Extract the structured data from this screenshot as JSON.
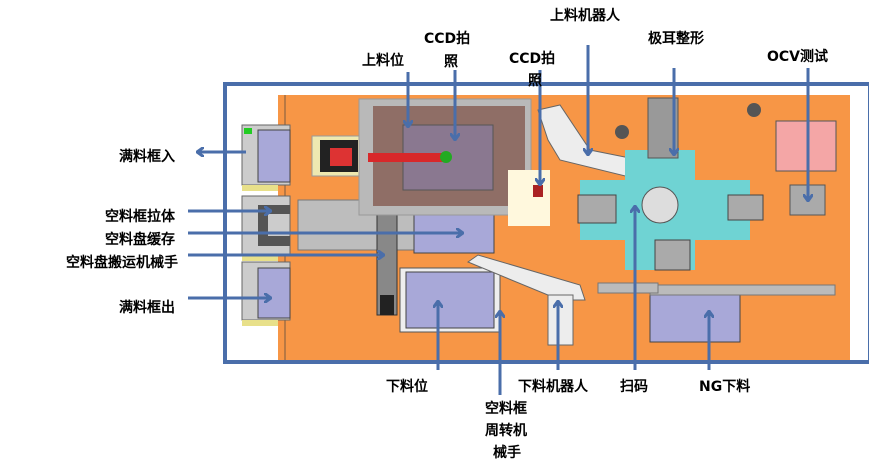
{
  "title": "设备布局图",
  "colors": {
    "arrow": "#4a6eaa",
    "frame": "#4a6eaa",
    "plate": "#f79646",
    "tray": "#a8a8d8",
    "turntable": "#6fd3d3",
    "pink": "#f4a6a6"
  },
  "labels": {
    "loading_position": "上料位",
    "ccd1_line1": "CCD拍",
    "ccd1_line2": "照",
    "ccd2_line1": "CCD拍",
    "ccd2_line2": "照",
    "loading_robot": "上料机器人",
    "tab_shaping": "极耳整形",
    "ocv_test": "OCV测试",
    "full_frame_in": "满料框入",
    "empty_frame_puller": "空料框拉体",
    "empty_tray_buffer": "空料盘缓存",
    "empty_tray_handler": "空料盘搬运机械手",
    "full_frame_out": "满料框出",
    "unloading_position": "下料位",
    "empty_frame_transfer_line1": "空料框",
    "empty_frame_transfer_line2": "周转机",
    "empty_frame_transfer_line3": "械手",
    "unloading_robot": "下料机器人",
    "barcode_scan": "扫码",
    "ng_unloading": "NG下料"
  }
}
